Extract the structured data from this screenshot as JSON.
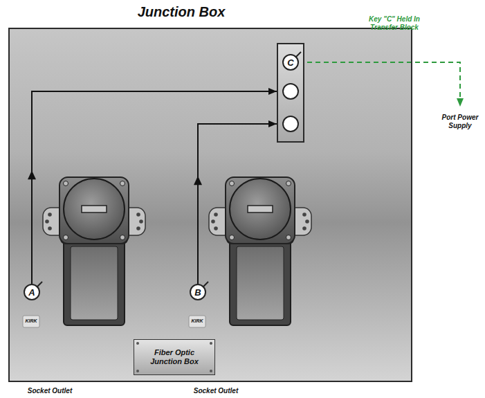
{
  "diagram": {
    "nodes": [
      {
        "text": [
          "Junction Box"
        ]
      },
      {
        "text": [],
        "in": 0
      },
      {
        "text": [
          "C"
        ],
        "in": 1
      },
      {
        "text": [
          "A"
        ],
        "in": 0
      },
      {
        "text": [
          "B"
        ],
        "in": 0
      },
      {
        "text": [
          "Fiber Optic Junction Box"
        ],
        "in": 0
      },
      {
        "text": [
          "Port Power Supply"
        ]
      }
    ],
    "edges": [
      {
        "from": 3,
        "to": 1,
        "arrow": "to"
      },
      {
        "from": 4,
        "to": 1,
        "arrow": "to"
      },
      {
        "from": 2,
        "to": 6,
        "arrow": "to",
        "label": "Key \"C\" Held In Transfer Block"
      }
    ],
    "labels": [
      "Socket Outlet",
      "Socket Outlet",
      "KIRK",
      "KIRK"
    ]
  }
}
